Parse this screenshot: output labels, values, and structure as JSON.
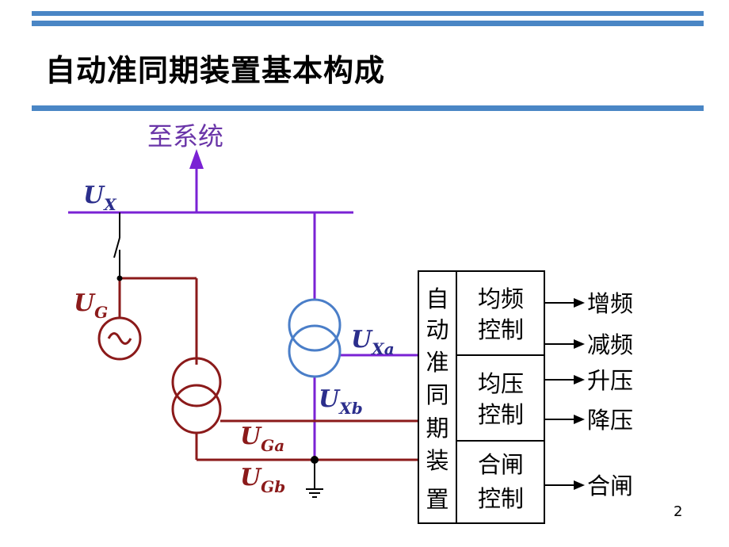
{
  "title": "自动准同期装置基本构成",
  "page_number": "2",
  "diagram": {
    "to_system_label": "至系统",
    "bus_voltage": {
      "main": "U",
      "sub": "X"
    },
    "gen_voltage": {
      "main": "U",
      "sub": "G"
    },
    "ux_a": {
      "main": "U",
      "sub": "Xa"
    },
    "ux_b": {
      "main": "U",
      "sub": "Xb"
    },
    "ug_a": {
      "main": "U",
      "sub": "Ga"
    },
    "ug_b": {
      "main": "U",
      "sub": "Gb"
    },
    "device_label_chars": [
      "自",
      "动",
      "准",
      "同",
      "期",
      "装",
      "置"
    ],
    "blocks": [
      {
        "line1": "均频",
        "line2": "控制"
      },
      {
        "line1": "均压",
        "line2": "控制"
      },
      {
        "line1": "合闸",
        "line2": "控制"
      }
    ],
    "outputs": [
      "增频",
      "减频",
      "升压",
      "降压",
      "合闸"
    ],
    "colors": {
      "system_side": "#7a22d4",
      "generator_side": "#8b1a1a",
      "pt_coil": "#4a7ec8",
      "label_blue": "#2b2e8c",
      "rule": "#4a86c5"
    }
  }
}
